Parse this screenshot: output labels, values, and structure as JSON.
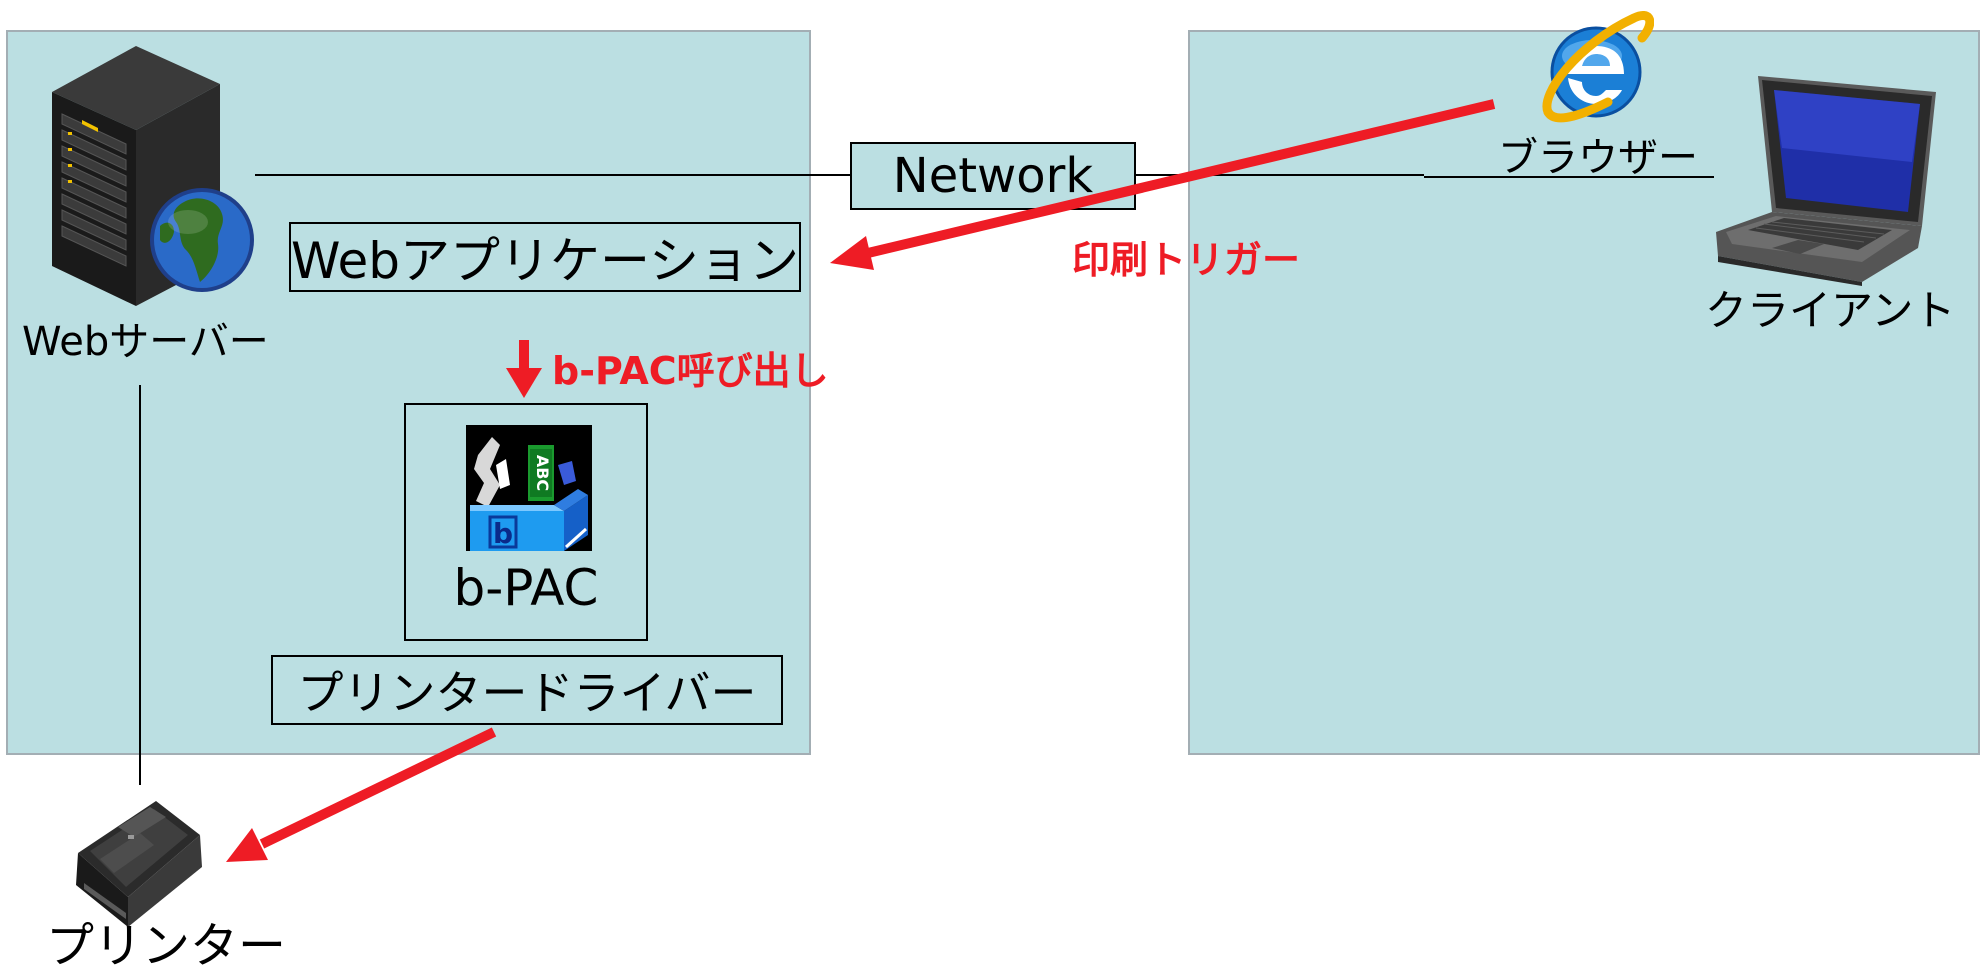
{
  "server_panel": {
    "webserver_label": "Webサーバー",
    "webapp_label": "Webアプリケーション",
    "bpac_call_label": "b-PAC呼び出し",
    "bpac_label": "b-PAC",
    "driver_label": "プリンタードライバー"
  },
  "network": {
    "label": "Network"
  },
  "client_panel": {
    "browser_label": "ブラウザー",
    "client_label": "クライアント"
  },
  "trigger_label": "印刷トリガー",
  "printer_label": "プリンター",
  "colors": {
    "panel_fill": "#bbdfe2",
    "arrow_red": "#ee1c25"
  },
  "icons": [
    "server-globe-icon",
    "printer-icon",
    "bpac-icon",
    "browser-ie-icon",
    "laptop-icon"
  ]
}
